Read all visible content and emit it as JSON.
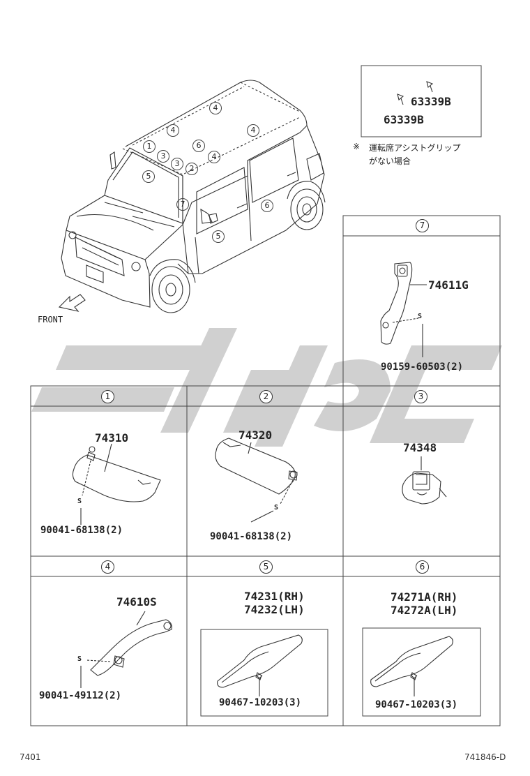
{
  "car_callouts": [
    "4",
    "4",
    "4",
    "1",
    "3",
    "3",
    "2",
    "6",
    "4",
    "5",
    "7",
    "6",
    "5"
  ],
  "front_label": "FRONT",
  "inset": {
    "parts": [
      "63339B",
      "63339B"
    ],
    "note_mark": "※",
    "note_line1": "運転席アシストグリップ",
    "note_line2": "がない場合"
  },
  "panel7": {
    "index": "7",
    "part": "74611G",
    "screw": "90159-60503(2)"
  },
  "panel1": {
    "index": "1",
    "part": "74310",
    "screw": "90041-68138(2)"
  },
  "panel2": {
    "index": "2",
    "part": "74320",
    "screw": "90041-68138(2)"
  },
  "panel3": {
    "index": "3",
    "part": "74348"
  },
  "panel4": {
    "index": "4",
    "part": "74610S",
    "screw": "90041-49112(2)"
  },
  "panel5": {
    "index": "5",
    "part_rh": "74231(RH)",
    "part_lh": "74232(LH)",
    "clip": "90467-10203(3)"
  },
  "panel6": {
    "index": "6",
    "part_rh": "74271A(RH)",
    "part_lh": "74272A(LH)",
    "clip": "90467-10203(3)"
  },
  "footer": {
    "left": "7401",
    "right": "741846-D"
  },
  "s_mark": "S"
}
